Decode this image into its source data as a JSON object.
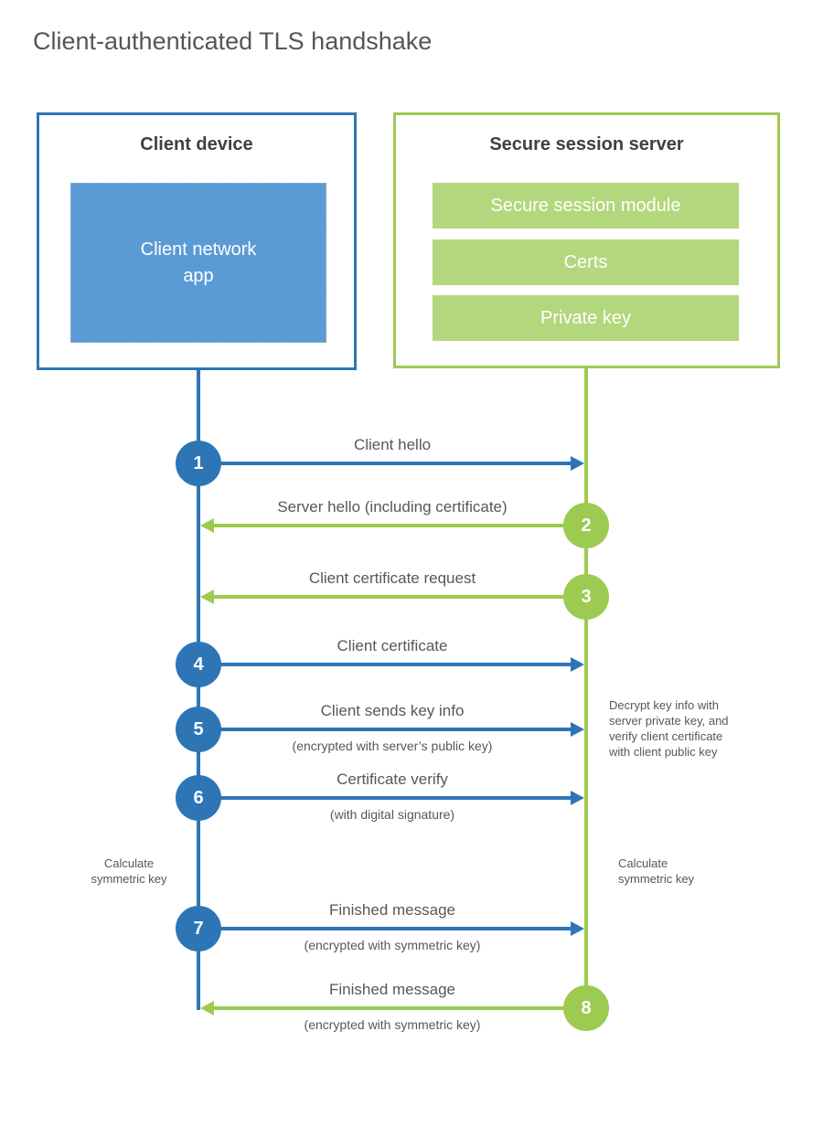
{
  "title": "Client-authenticated TLS handshake",
  "colors": {
    "blue": "#2e75b6",
    "blue_fill": "#5b9bd5",
    "green": "#9dca50",
    "green_fill": "#b3d77c",
    "heading_text": "#3f4043",
    "label_text": "#56575b"
  },
  "client_box": {
    "title": "Client device",
    "app_label": "Client network\napp"
  },
  "server_box": {
    "title": "Secure session server",
    "modules": [
      "Secure session module",
      "Certs",
      "Private key"
    ]
  },
  "steps": [
    {
      "num": "1",
      "direction": "right",
      "color": "blue",
      "label": "Client hello",
      "sublabel": ""
    },
    {
      "num": "2",
      "direction": "left",
      "color": "green",
      "label": "Server hello (including certificate)",
      "sublabel": ""
    },
    {
      "num": "3",
      "direction": "left",
      "color": "green",
      "label": "Client certificate request",
      "sublabel": ""
    },
    {
      "num": "4",
      "direction": "right",
      "color": "blue",
      "label": "Client certificate",
      "sublabel": ""
    },
    {
      "num": "5",
      "direction": "right",
      "color": "blue",
      "label": "Client sends key info",
      "sublabel": "(encrypted with server’s public key)"
    },
    {
      "num": "6",
      "direction": "right",
      "color": "blue",
      "label": "Certificate verify",
      "sublabel": "(with digital signature)"
    },
    {
      "num": "7",
      "direction": "right",
      "color": "blue",
      "label": "Finished message",
      "sublabel": "(encrypted with symmetric key)"
    },
    {
      "num": "8",
      "direction": "left",
      "color": "green",
      "label": "Finished message",
      "sublabel": "(encrypted with symmetric key)"
    }
  ],
  "annotations": {
    "decrypt_note": "Decrypt key info with\nserver private key, and\nverify client certificate\nwith client public key",
    "calc_left": "Calculate\nsymmetric key",
    "calc_right": "Calculate\nsymmetric key"
  }
}
